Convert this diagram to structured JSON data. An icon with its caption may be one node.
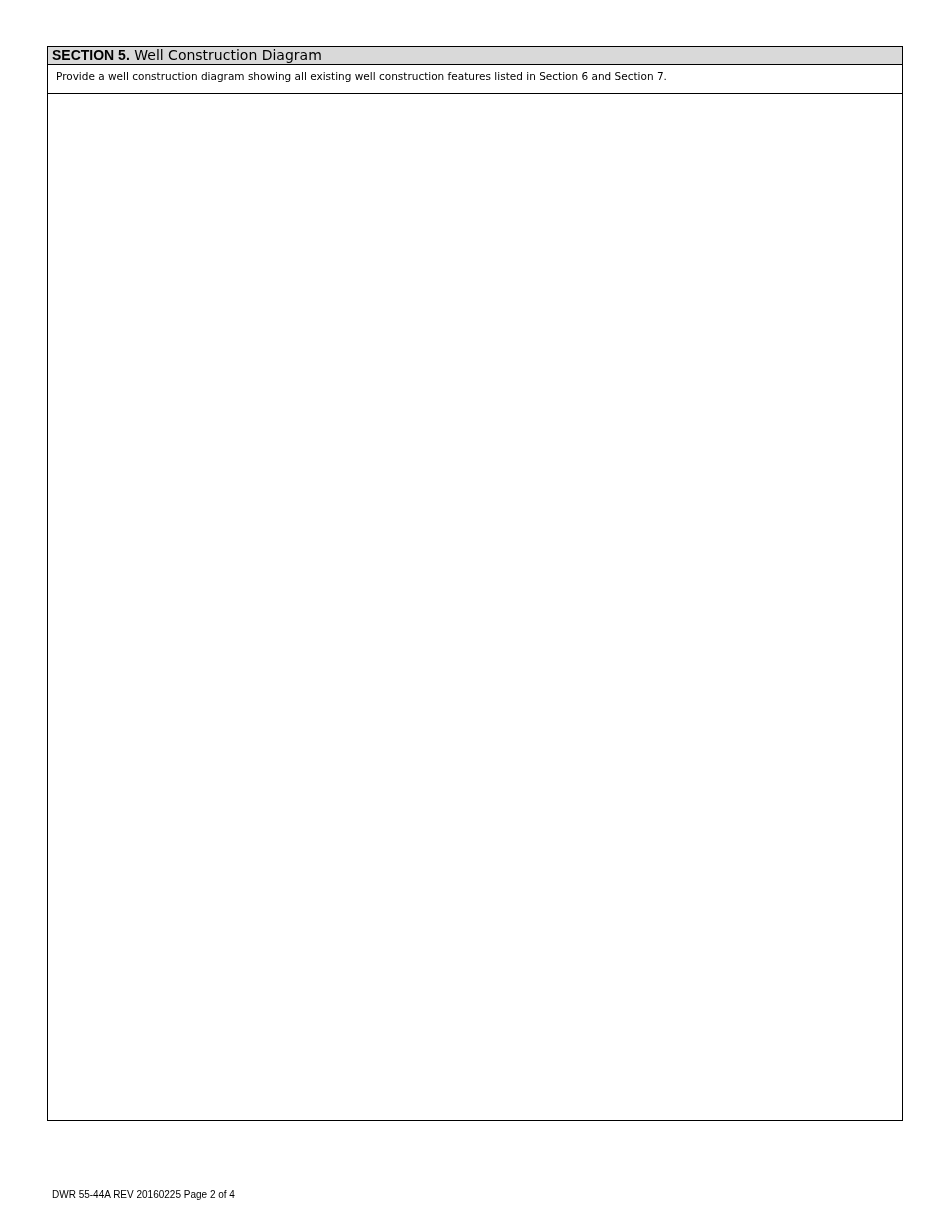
{
  "diagram": {
    "title": "**SECTION 5.** Well Construction Diagram",
    "labels": [
      "Provide a well construction diagram showing all existing well construction features listed in Section 6 and Section 7.",
      "DWR 55-44A REV 20160225 Page 2 of 4"
    ]
  }
}
